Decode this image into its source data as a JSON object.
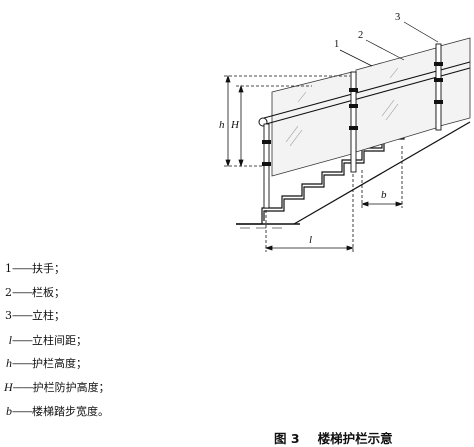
{
  "figure": {
    "callouts": {
      "c1": "1",
      "c2": "2",
      "c3": "3"
    },
    "dimension_labels": {
      "h": "h",
      "H": "H",
      "b": "b",
      "l": "l"
    }
  },
  "legend": [
    {
      "symbol": "1",
      "italic": false,
      "dash": "——",
      "text": "扶手；"
    },
    {
      "symbol": "2",
      "italic": false,
      "dash": "——",
      "text": "栏板；"
    },
    {
      "symbol": "3",
      "italic": false,
      "dash": "——",
      "text": "立柱；"
    },
    {
      "symbol": "l",
      "italic": true,
      "dash": "——",
      "text": "立柱间距；"
    },
    {
      "symbol": "h",
      "italic": true,
      "dash": "——",
      "text": "护栏高度；"
    },
    {
      "symbol": "H",
      "italic": true,
      "dash": "——",
      "text": "护栏防护高度；"
    },
    {
      "symbol": "b",
      "italic": true,
      "dash": "——",
      "text": "楼梯踏步宽度。"
    }
  ],
  "caption": {
    "number": "图 3",
    "title": "楼梯护栏示意"
  }
}
